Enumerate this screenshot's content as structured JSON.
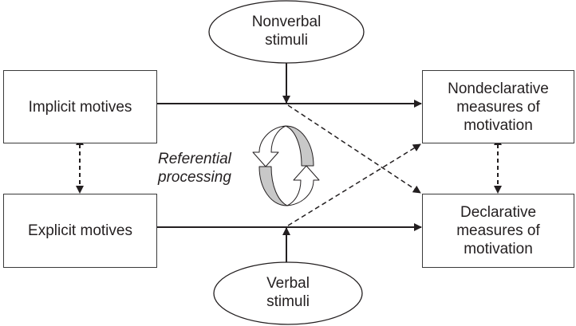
{
  "nodes": {
    "implicit_motives": "Implicit motives",
    "explicit_motives": "Explicit motives",
    "nondeclarative_measures": "Nondeclarative\nmeasures of\nmotivation",
    "declarative_measures": "Declarative\nmeasures of\nmotivation",
    "nonverbal_stimuli": "Nonverbal\nstimuli",
    "verbal_stimuli": "Verbal\nstimuli"
  },
  "annotations": {
    "referential_processing": "Referential\nprocessing"
  },
  "edges": [
    {
      "from": "implicit_motives",
      "to": "nondeclarative_measures",
      "style": "solid",
      "direction": "forward"
    },
    {
      "from": "explicit_motives",
      "to": "declarative_measures",
      "style": "solid",
      "direction": "forward"
    },
    {
      "from": "nonverbal_stimuli",
      "to": "implicit-to-nondeclarative path",
      "style": "solid",
      "direction": "forward"
    },
    {
      "from": "verbal_stimuli",
      "to": "explicit-to-declarative path",
      "style": "solid",
      "direction": "forward"
    },
    {
      "from": "nonverbal junction",
      "to": "declarative_measures",
      "style": "dashed",
      "direction": "forward"
    },
    {
      "from": "verbal junction",
      "to": "nondeclarative_measures",
      "style": "dashed",
      "direction": "forward"
    },
    {
      "from": "implicit_motives",
      "to": "explicit_motives",
      "style": "dashed",
      "direction": "both"
    },
    {
      "from": "nondeclarative_measures",
      "to": "declarative_measures",
      "style": "dashed",
      "direction": "both"
    }
  ],
  "colors": {
    "line": "#231f20",
    "cycle_fill": "#c8c8c8"
  }
}
